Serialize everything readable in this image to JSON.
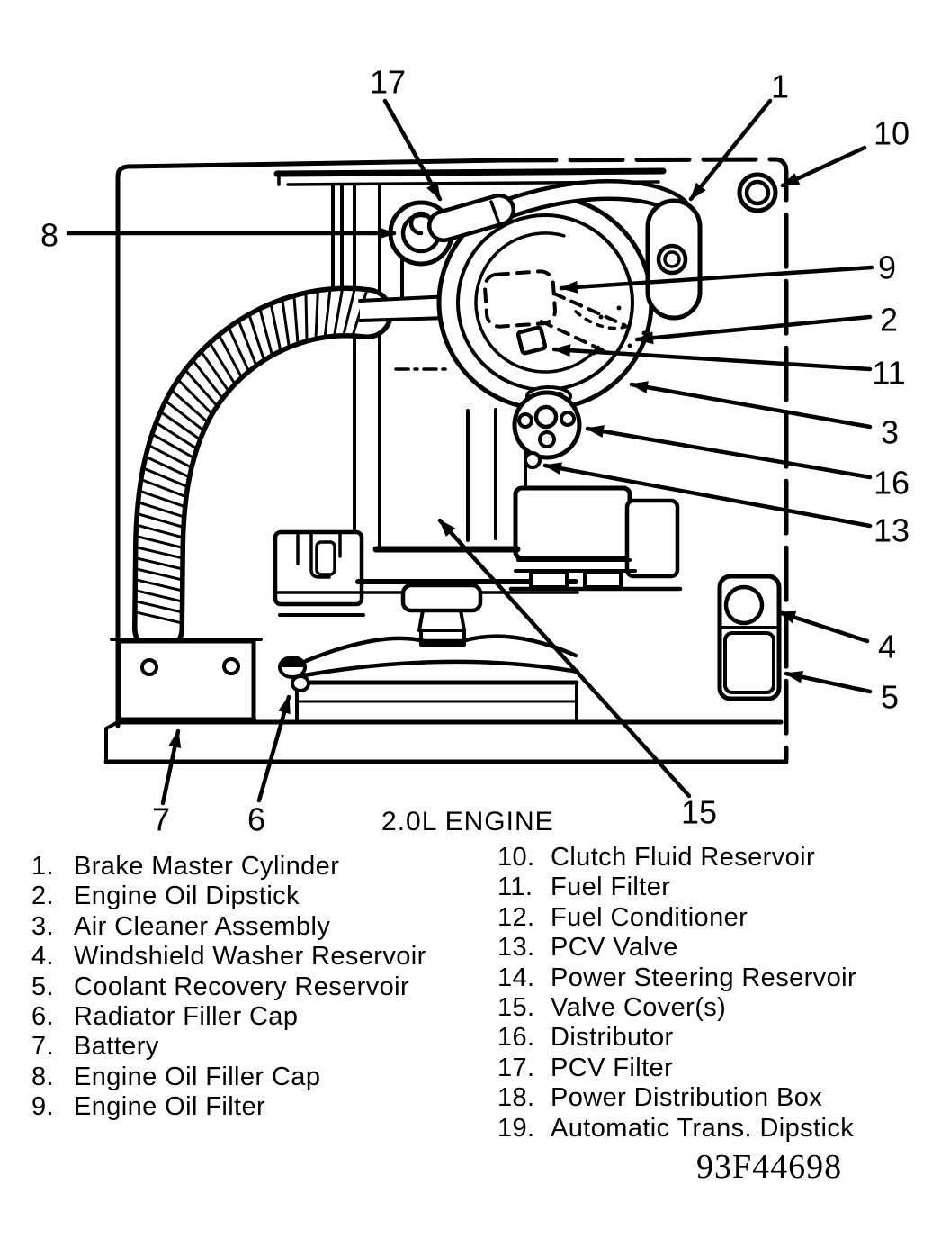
{
  "diagram": {
    "caption": "2.0L ENGINE",
    "part_code": "93F44698",
    "callouts": {
      "c1": "1",
      "c2": "2",
      "c3": "3",
      "c4": "4",
      "c5": "5",
      "c6": "6",
      "c7": "7",
      "c8": "8",
      "c9": "9",
      "c10": "10",
      "c11": "11",
      "c13": "13",
      "c15": "15",
      "c16": "16",
      "c17": "17"
    }
  },
  "legend": {
    "left": [
      {
        "num": "1.",
        "label": "Brake Master Cylinder"
      },
      {
        "num": "2.",
        "label": "Engine Oil Dipstick"
      },
      {
        "num": "3.",
        "label": "Air Cleaner Assembly"
      },
      {
        "num": "4.",
        "label": "Windshield Washer Reservoir"
      },
      {
        "num": "5.",
        "label": "Coolant Recovery Reservoir"
      },
      {
        "num": "6.",
        "label": "Radiator Filler Cap"
      },
      {
        "num": "7.",
        "label": "Battery"
      },
      {
        "num": "8.",
        "label": "Engine Oil Filler Cap"
      },
      {
        "num": "9.",
        "label": "Engine Oil Filter"
      }
    ],
    "right": [
      {
        "num": "10.",
        "label": "Clutch Fluid Reservoir"
      },
      {
        "num": "11.",
        "label": "Fuel Filter"
      },
      {
        "num": "12.",
        "label": "Fuel Conditioner"
      },
      {
        "num": "13.",
        "label": "PCV Valve"
      },
      {
        "num": "14.",
        "label": "Power Steering Reservoir"
      },
      {
        "num": "15.",
        "label": "Valve Cover(s)"
      },
      {
        "num": "16.",
        "label": "Distributor"
      },
      {
        "num": "17.",
        "label": "PCV Filter"
      },
      {
        "num": "18.",
        "label": "Power Distribution Box"
      },
      {
        "num": "19.",
        "label": "Automatic Trans. Dipstick"
      }
    ]
  },
  "colors": {
    "ink": "#000000",
    "paper": "#ffffff"
  }
}
